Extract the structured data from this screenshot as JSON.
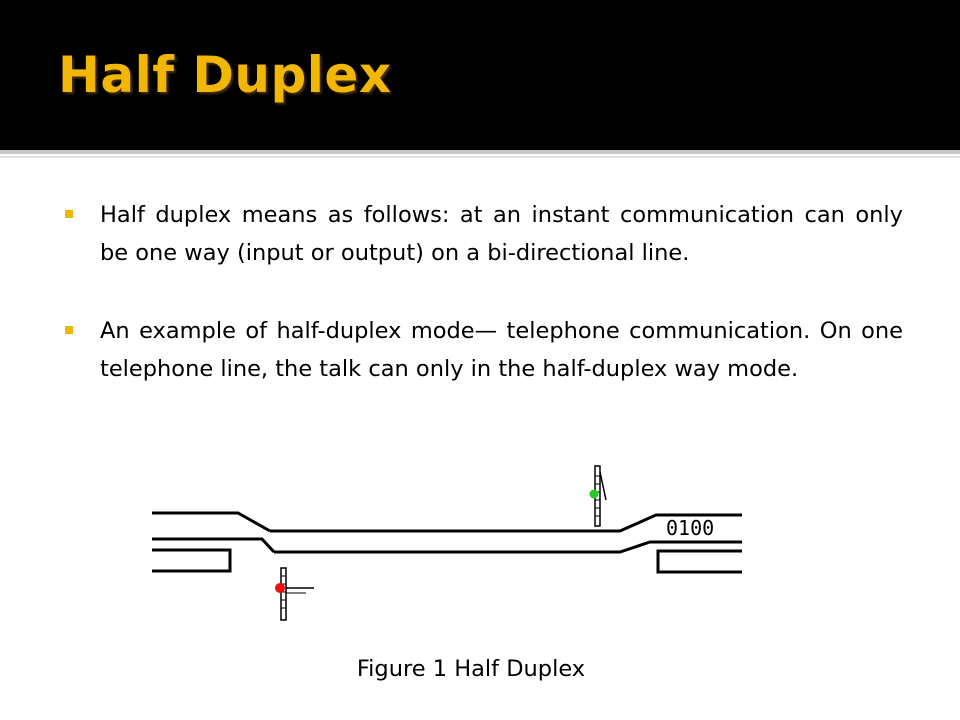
{
  "slide": {
    "title": "Half Duplex",
    "bullets": [
      {
        "text": "Half duplex means as follows: at an instant communication can only be one way (input or output) on a bi-directional line."
      },
      {
        "text": "An example of half-duplex mode— telephone communication. On one telephone line, the talk can only in the half-duplex way mode."
      }
    ],
    "figure": {
      "counter_text": "0100",
      "caption": "Figure 1 Half Duplex"
    }
  },
  "colors": {
    "title_bar": "#000000",
    "title_text": "#f2b705",
    "bullet_marker": "#f2b705",
    "signal_green": "#22cc22",
    "signal_red": "#ee1111"
  },
  "icons": {
    "bullet": "square-bullet-icon",
    "green_signal": "green-signal-icon",
    "red_signal": "red-signal-icon"
  }
}
